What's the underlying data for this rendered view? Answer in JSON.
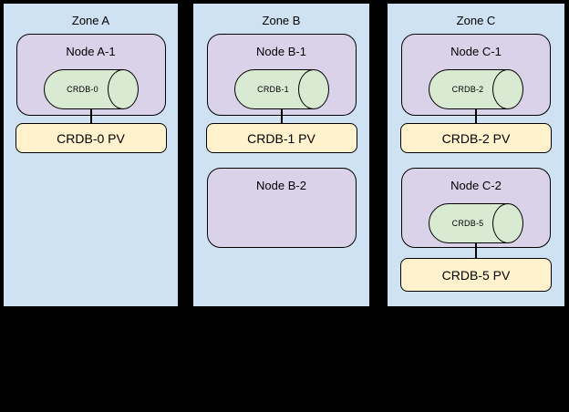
{
  "canvas": {
    "background": "#000000"
  },
  "colors": {
    "zone_fill": "#cfe2f3",
    "node_fill": "#d9d2e9",
    "pod_fill": "#d9ead3",
    "pv_fill": "#fff2cc",
    "stroke": "#000000"
  },
  "zones": [
    {
      "label": "Zone A",
      "nodes": [
        {
          "label": "Node A-1",
          "pod": "CRDB-0",
          "pv": "CRDB-0 PV"
        }
      ]
    },
    {
      "label": "Zone B",
      "nodes": [
        {
          "label": "Node B-1",
          "pod": "CRDB-1",
          "pv": "CRDB-1 PV"
        },
        {
          "label": "Node B-2"
        }
      ]
    },
    {
      "label": "Zone C",
      "nodes": [
        {
          "label": "Node C-1",
          "pod": "CRDB-2",
          "pv": "CRDB-2 PV"
        },
        {
          "label": "Node C-2",
          "pod": "CRDB-5",
          "pv": "CRDB-5 PV"
        }
      ]
    }
  ]
}
